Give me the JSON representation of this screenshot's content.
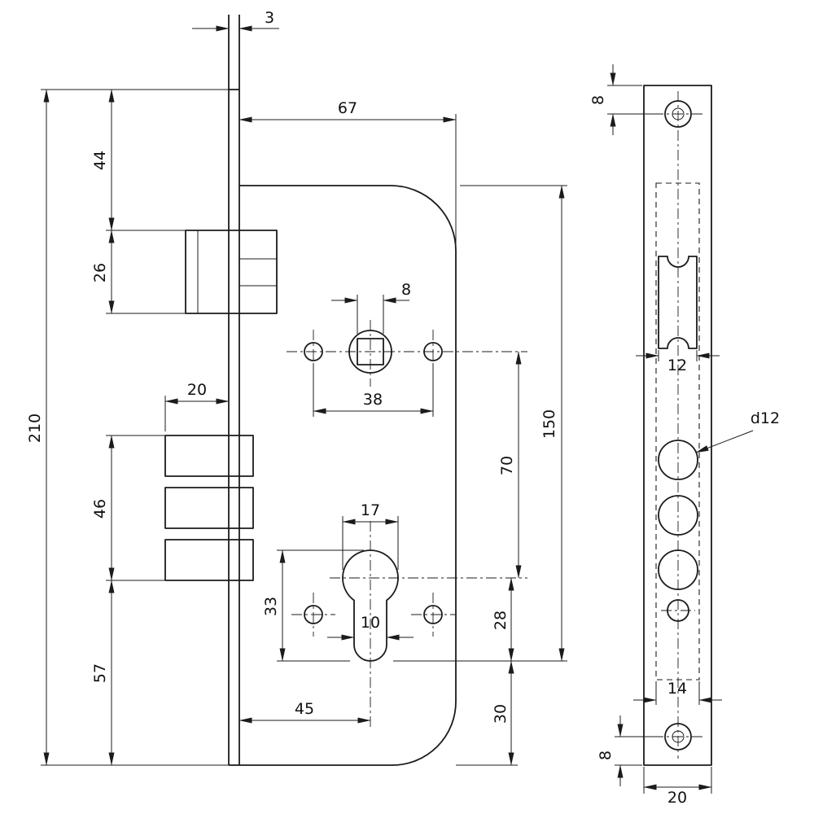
{
  "side_view": {
    "faceplate_thickness": "3",
    "case_depth": "67",
    "top_to_latch": "44",
    "latch_height": "26",
    "overall_height": "210",
    "deadbolt_throw": "20",
    "deadbolt_height": "46",
    "bolt_to_bottom": "57",
    "spindle_square": "8",
    "handle_holes_spacing": "38",
    "case_top_to_profile_bottom": "150",
    "spindle_to_cylinder": "70",
    "profile_diameter": "17",
    "profile_height": "33",
    "profile_stem_width": "10",
    "cylinder_to_profile_bottom": "28",
    "profile_bottom_to_case_bottom": "30",
    "backset": "45"
  },
  "front_view": {
    "top_screw_offset": "8",
    "latch_cutout_width": "12",
    "hole_diameter": "d12",
    "case_slot_width": "14",
    "bottom_screw_offset": "8",
    "plate_width": "20"
  }
}
